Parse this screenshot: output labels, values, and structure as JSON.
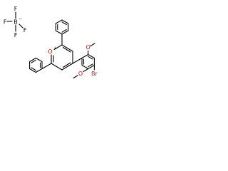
{
  "structure": {
    "anion": {
      "boron": "B",
      "boron_charge": "−",
      "fluorine": "F",
      "fluorine_count": 4
    },
    "cation": {
      "ring_heteroatom": "O",
      "ring_charge": "+",
      "substituent_oxygen": "O",
      "bromine": "Br"
    }
  },
  "colors": {
    "bond": "#000000",
    "oxygen": "#d40000",
    "bromine": "#a52a2a",
    "boron": "#000000",
    "fluorine": "#000000",
    "background": "#ffffff"
  }
}
